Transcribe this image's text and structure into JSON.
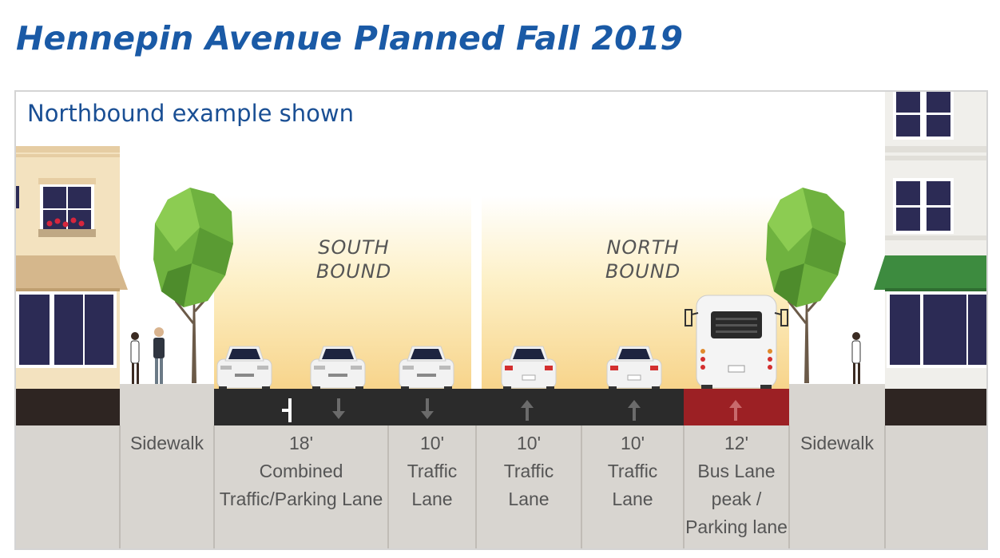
{
  "title": "Hennepin Avenue Planned Fall 2019",
  "subtitle": "Northbound example shown",
  "directions": {
    "south": [
      "SOUTH",
      "BOUND"
    ],
    "north": [
      "NORTH",
      "BOUND"
    ]
  },
  "segments": {
    "sidewalk_left": [
      "Sidewalk"
    ],
    "combined_lane": [
      "18'",
      "Combined",
      "Traffic/Parking Lane"
    ],
    "traffic_lane_1": [
      "10'",
      "Traffic",
      "Lane"
    ],
    "traffic_lane_2": [
      "10'",
      "Traffic",
      "Lane"
    ],
    "traffic_lane_3": [
      "10'",
      "Traffic",
      "Lane"
    ],
    "bus_lane": [
      "12'",
      "Bus Lane",
      "peak /",
      "Parking lane"
    ],
    "sidewalk_right": [
      "Sidewalk"
    ]
  },
  "icons": [
    "down-arrow-icon",
    "up-arrow-icon",
    "tree-icon",
    "car-icon",
    "bus-icon",
    "pedestrian-icon",
    "building-icon"
  ],
  "colors": {
    "title": "#1a5aa6",
    "roadway": "#2b2b2b",
    "bus_lane": "#9c2024",
    "sidewalk": "#d8d5d0",
    "curb_dark": "#2e2522",
    "tree": "#6fb23f",
    "awning_left": "#d5b78c",
    "awning_right": "#3d8b3f"
  }
}
